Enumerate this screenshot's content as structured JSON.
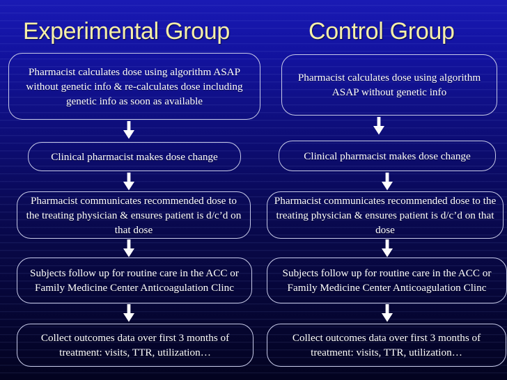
{
  "slide": {
    "background_top_color": "#1a1ab4",
    "background_bottom_color": "#03031f",
    "title_color": "#f7f0a8",
    "node_text_color": "#ffffff",
    "node_border_color": "#c8cbe8"
  },
  "columns": [
    {
      "id": "experimental",
      "title": "Experimental Group",
      "steps": [
        "Pharmacist calculates dose using algorithm ASAP without genetic info & re-calculates dose including genetic info as soon as available",
        "Clinical pharmacist makes dose change",
        "Pharmacist communicates recommended dose to the treating physician & ensures patient is d/c’d on that dose",
        "Subjects follow up for routine care in the ACC or Family Medicine Center Anticoagulation Clinc",
        "Collect outcomes data over first 3 months of treatment: visits, TTR, utilization…"
      ]
    },
    {
      "id": "control",
      "title": "Control Group",
      "steps": [
        "Pharmacist calculates dose using algorithm ASAP without genetic info",
        "Clinical pharmacist makes dose change",
        "Pharmacist communicates recommended dose to the treating physician & ensures patient is d/c’d on that dose",
        "Subjects follow up for routine care in the ACC or Family Medicine Center Anticoagulation Clinc",
        "Collect outcomes data over first 3 months of treatment: visits, TTR, utilization…"
      ]
    }
  ],
  "connectors": {
    "icon": "arrow-down-icon",
    "count": 8,
    "color": "#ffffff"
  }
}
